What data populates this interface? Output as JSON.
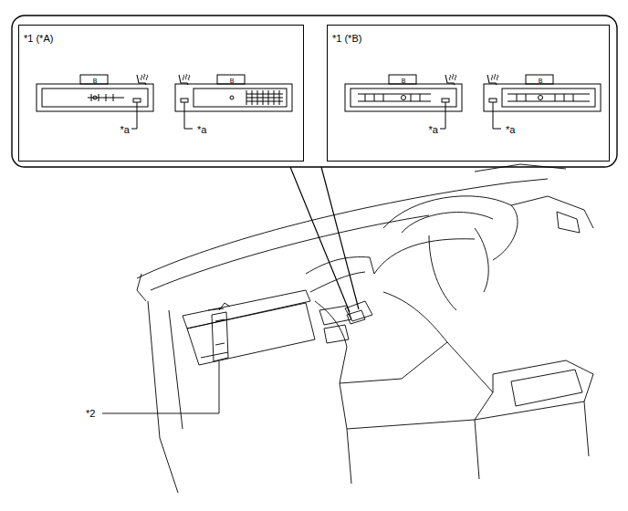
{
  "diagram": {
    "nodes": [
      {
        "text": [
          "*1 (*A)",
          "B",
          "B",
          "*a",
          "*a"
        ]
      },
      {
        "text": [
          "*1 (*B)",
          "B",
          "B",
          "*a",
          "*a"
        ]
      }
    ],
    "labels": [
      "*2"
    ]
  }
}
